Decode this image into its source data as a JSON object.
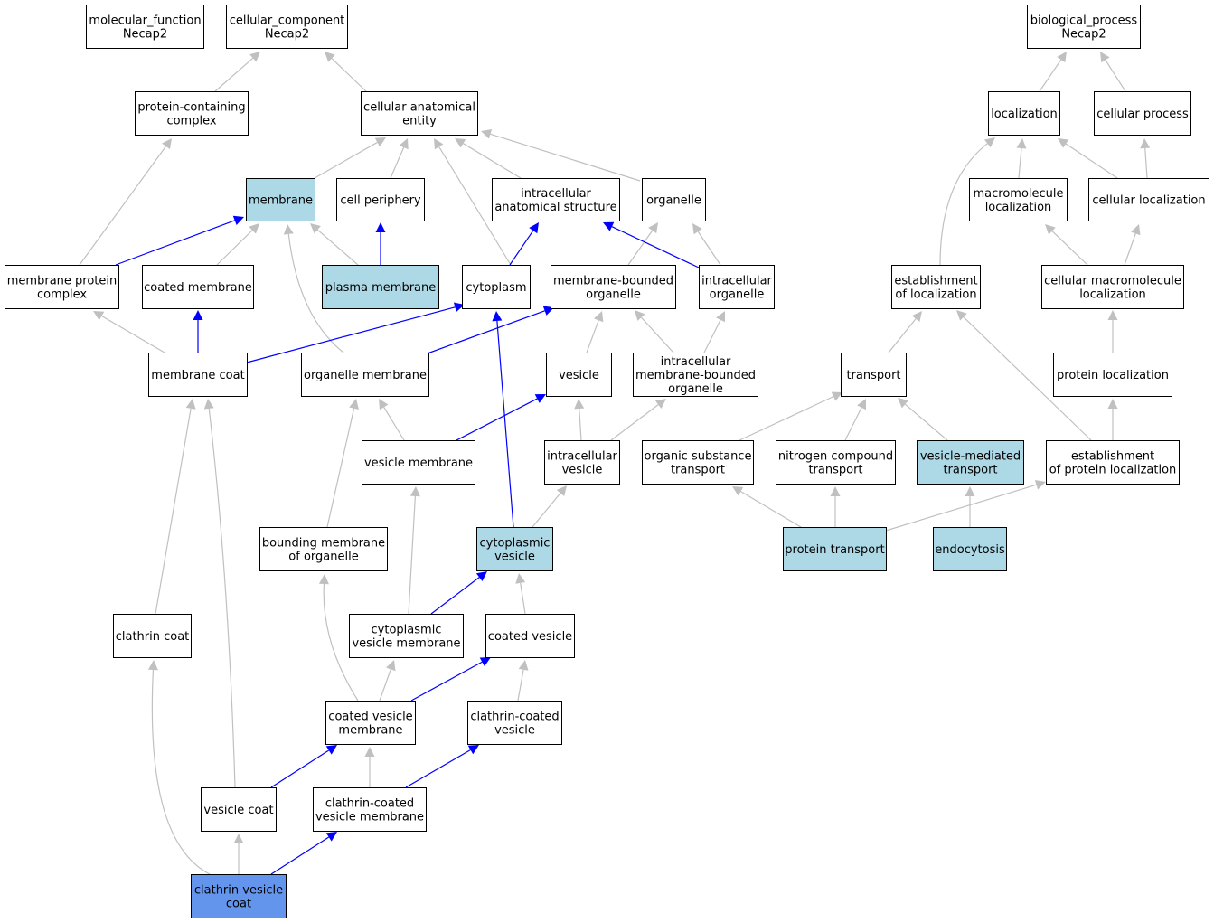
{
  "colors": {
    "default_fill": "#ffffff",
    "highlight_fill": "#add8e6",
    "root_term_fill": "#6495ed",
    "edge_gray": "#c0c0c0",
    "edge_blue": "#0000ff"
  },
  "nodes": {
    "mf": {
      "lines": [
        "molecular_function",
        "Necap2"
      ],
      "fill": "default"
    },
    "cc": {
      "lines": [
        "cellular_component",
        "Necap2"
      ],
      "fill": "default"
    },
    "bp": {
      "lines": [
        "biological_process",
        "Necap2"
      ],
      "fill": "default"
    },
    "protein_containing_complex": {
      "lines": [
        "protein-containing",
        "complex"
      ],
      "fill": "default"
    },
    "cellular_anatomical_entity": {
      "lines": [
        "cellular anatomical",
        "entity"
      ],
      "fill": "default"
    },
    "localization": {
      "lines": [
        "localization"
      ],
      "fill": "default"
    },
    "cellular_process": {
      "lines": [
        "cellular process"
      ],
      "fill": "default"
    },
    "membrane": {
      "lines": [
        "membrane"
      ],
      "fill": "highlight"
    },
    "cell_periphery": {
      "lines": [
        "cell periphery"
      ],
      "fill": "default"
    },
    "intracellular_anatomical_structure": {
      "lines": [
        "intracellular",
        "anatomical structure"
      ],
      "fill": "default"
    },
    "organelle": {
      "lines": [
        "organelle"
      ],
      "fill": "default"
    },
    "macromolecule_localization": {
      "lines": [
        "macromolecule",
        "localization"
      ],
      "fill": "default"
    },
    "cellular_localization": {
      "lines": [
        "cellular localization"
      ],
      "fill": "default"
    },
    "membrane_protein_complex": {
      "lines": [
        "membrane protein",
        "complex"
      ],
      "fill": "default"
    },
    "coated_membrane": {
      "lines": [
        "coated membrane"
      ],
      "fill": "default"
    },
    "plasma_membrane": {
      "lines": [
        "plasma membrane"
      ],
      "fill": "highlight"
    },
    "cytoplasm": {
      "lines": [
        "cytoplasm"
      ],
      "fill": "default"
    },
    "membrane_bounded_organelle": {
      "lines": [
        "membrane-bounded",
        "organelle"
      ],
      "fill": "default"
    },
    "intracellular_organelle": {
      "lines": [
        "intracellular",
        "organelle"
      ],
      "fill": "default"
    },
    "establishment_of_localization": {
      "lines": [
        "establishment",
        "of localization"
      ],
      "fill": "default"
    },
    "cellular_macromolecule_localization": {
      "lines": [
        "cellular macromolecule",
        "localization"
      ],
      "fill": "default"
    },
    "membrane_coat": {
      "lines": [
        "membrane coat"
      ],
      "fill": "default"
    },
    "organelle_membrane": {
      "lines": [
        "organelle membrane"
      ],
      "fill": "default"
    },
    "vesicle": {
      "lines": [
        "vesicle"
      ],
      "fill": "default"
    },
    "intracellular_membrane_bounded_organelle": {
      "lines": [
        "intracellular",
        "membrane-bounded",
        "organelle"
      ],
      "fill": "default"
    },
    "transport": {
      "lines": [
        "transport"
      ],
      "fill": "default"
    },
    "protein_localization": {
      "lines": [
        "protein localization"
      ],
      "fill": "default"
    },
    "vesicle_membrane": {
      "lines": [
        "vesicle membrane"
      ],
      "fill": "default"
    },
    "intracellular_vesicle": {
      "lines": [
        "intracellular",
        "vesicle"
      ],
      "fill": "default"
    },
    "organic_substance_transport": {
      "lines": [
        "organic substance",
        "transport"
      ],
      "fill": "default"
    },
    "nitrogen_compound_transport": {
      "lines": [
        "nitrogen compound",
        "transport"
      ],
      "fill": "default"
    },
    "vesicle_mediated_transport": {
      "lines": [
        "vesicle-mediated",
        "transport"
      ],
      "fill": "highlight"
    },
    "establishment_of_protein_localization": {
      "lines": [
        "establishment",
        "of protein localization"
      ],
      "fill": "default"
    },
    "bounding_membrane_of_organelle": {
      "lines": [
        "bounding membrane",
        "of organelle"
      ],
      "fill": "default"
    },
    "cytoplasmic_vesicle": {
      "lines": [
        "cytoplasmic",
        "vesicle"
      ],
      "fill": "highlight"
    },
    "protein_transport": {
      "lines": [
        "protein transport"
      ],
      "fill": "highlight"
    },
    "endocytosis": {
      "lines": [
        "endocytosis"
      ],
      "fill": "highlight"
    },
    "clathrin_coat": {
      "lines": [
        "clathrin coat"
      ],
      "fill": "default"
    },
    "cytoplasmic_vesicle_membrane": {
      "lines": [
        "cytoplasmic",
        "vesicle membrane"
      ],
      "fill": "default"
    },
    "coated_vesicle": {
      "lines": [
        "coated vesicle"
      ],
      "fill": "default"
    },
    "coated_vesicle_membrane": {
      "lines": [
        "coated vesicle",
        "membrane"
      ],
      "fill": "default"
    },
    "clathrin_coated_vesicle": {
      "lines": [
        "clathrin-coated",
        "vesicle"
      ],
      "fill": "default"
    },
    "vesicle_coat": {
      "lines": [
        "vesicle coat"
      ],
      "fill": "default"
    },
    "clathrin_coated_vesicle_membrane": {
      "lines": [
        "clathrin-coated",
        "vesicle membrane"
      ],
      "fill": "default"
    },
    "clathrin_vesicle_coat": {
      "lines": [
        "clathrin vesicle",
        "coat"
      ],
      "fill": "root"
    }
  },
  "edges": [
    {
      "from": "protein_containing_complex",
      "to": "cc",
      "type": "is_a"
    },
    {
      "from": "cellular_anatomical_entity",
      "to": "cc",
      "type": "is_a"
    },
    {
      "from": "localization",
      "to": "bp",
      "type": "is_a"
    },
    {
      "from": "cellular_process",
      "to": "bp",
      "type": "is_a"
    },
    {
      "from": "membrane",
      "to": "cellular_anatomical_entity",
      "type": "is_a"
    },
    {
      "from": "cell_periphery",
      "to": "cellular_anatomical_entity",
      "type": "is_a"
    },
    {
      "from": "cytoplasm",
      "to": "cellular_anatomical_entity",
      "type": "is_a"
    },
    {
      "from": "intracellular_anatomical_structure",
      "to": "cellular_anatomical_entity",
      "type": "is_a"
    },
    {
      "from": "organelle",
      "to": "cellular_anatomical_entity",
      "type": "is_a"
    },
    {
      "from": "establishment_of_localization",
      "to": "localization",
      "type": "is_a"
    },
    {
      "from": "macromolecule_localization",
      "to": "localization",
      "type": "is_a"
    },
    {
      "from": "cellular_localization",
      "to": "localization",
      "type": "is_a"
    },
    {
      "from": "cellular_localization",
      "to": "cellular_process",
      "type": "is_a"
    },
    {
      "from": "membrane_protein_complex",
      "to": "protein_containing_complex",
      "type": "is_a"
    },
    {
      "from": "membrane_protein_complex",
      "to": "membrane",
      "type": "part_of"
    },
    {
      "from": "coated_membrane",
      "to": "membrane",
      "type": "is_a"
    },
    {
      "from": "plasma_membrane",
      "to": "membrane",
      "type": "is_a"
    },
    {
      "from": "plasma_membrane",
      "to": "cell_periphery",
      "type": "part_of"
    },
    {
      "from": "organelle_membrane",
      "to": "membrane",
      "type": "is_a"
    },
    {
      "from": "cytoplasm",
      "to": "intracellular_anatomical_structure",
      "type": "part_of"
    },
    {
      "from": "membrane_bounded_organelle",
      "to": "organelle",
      "type": "is_a"
    },
    {
      "from": "intracellular_organelle",
      "to": "organelle",
      "type": "is_a"
    },
    {
      "from": "intracellular_organelle",
      "to": "intracellular_anatomical_structure",
      "type": "part_of"
    },
    {
      "from": "cellular_macromolecule_localization",
      "to": "macromolecule_localization",
      "type": "is_a"
    },
    {
      "from": "cellular_macromolecule_localization",
      "to": "cellular_localization",
      "type": "is_a"
    },
    {
      "from": "membrane_coat",
      "to": "membrane_protein_complex",
      "type": "is_a"
    },
    {
      "from": "membrane_coat",
      "to": "coated_membrane",
      "type": "part_of"
    },
    {
      "from": "membrane_coat",
      "to": "cytoplasm",
      "type": "part_of"
    },
    {
      "from": "organelle_membrane",
      "to": "membrane_bounded_organelle",
      "type": "part_of"
    },
    {
      "from": "vesicle",
      "to": "membrane_bounded_organelle",
      "type": "is_a"
    },
    {
      "from": "intracellular_membrane_bounded_organelle",
      "to": "membrane_bounded_organelle",
      "type": "is_a"
    },
    {
      "from": "intracellular_membrane_bounded_organelle",
      "to": "intracellular_organelle",
      "type": "is_a"
    },
    {
      "from": "transport",
      "to": "establishment_of_localization",
      "type": "is_a"
    },
    {
      "from": "protein_localization",
      "to": "cellular_macromolecule_localization",
      "type": "is_a"
    },
    {
      "from": "vesicle_membrane",
      "to": "organelle_membrane",
      "type": "is_a"
    },
    {
      "from": "vesicle_membrane",
      "to": "vesicle",
      "type": "part_of"
    },
    {
      "from": "intracellular_vesicle",
      "to": "vesicle",
      "type": "is_a"
    },
    {
      "from": "intracellular_vesicle",
      "to": "intracellular_membrane_bounded_organelle",
      "type": "is_a"
    },
    {
      "from": "organic_substance_transport",
      "to": "transport",
      "type": "is_a"
    },
    {
      "from": "nitrogen_compound_transport",
      "to": "transport",
      "type": "is_a"
    },
    {
      "from": "vesicle_mediated_transport",
      "to": "transport",
      "type": "is_a"
    },
    {
      "from": "establishment_of_protein_localization",
      "to": "establishment_of_localization",
      "type": "is_a"
    },
    {
      "from": "establishment_of_protein_localization",
      "to": "protein_localization",
      "type": "is_a"
    },
    {
      "from": "bounding_membrane_of_organelle",
      "to": "organelle_membrane",
      "type": "is_a"
    },
    {
      "from": "cytoplasmic_vesicle",
      "to": "intracellular_vesicle",
      "type": "is_a"
    },
    {
      "from": "cytoplasmic_vesicle",
      "to": "cytoplasm",
      "type": "part_of"
    },
    {
      "from": "protein_transport",
      "to": "organic_substance_transport",
      "type": "is_a"
    },
    {
      "from": "protein_transport",
      "to": "nitrogen_compound_transport",
      "type": "is_a"
    },
    {
      "from": "protein_transport",
      "to": "establishment_of_protein_localization",
      "type": "is_a"
    },
    {
      "from": "endocytosis",
      "to": "vesicle_mediated_transport",
      "type": "is_a"
    },
    {
      "from": "clathrin_coat",
      "to": "membrane_coat",
      "type": "is_a"
    },
    {
      "from": "cytoplasmic_vesicle_membrane",
      "to": "vesicle_membrane",
      "type": "is_a"
    },
    {
      "from": "cytoplasmic_vesicle_membrane",
      "to": "cytoplasmic_vesicle",
      "type": "part_of"
    },
    {
      "from": "coated_vesicle",
      "to": "cytoplasmic_vesicle",
      "type": "is_a"
    },
    {
      "from": "coated_vesicle_membrane",
      "to": "bounding_membrane_of_organelle",
      "type": "is_a"
    },
    {
      "from": "coated_vesicle_membrane",
      "to": "cytoplasmic_vesicle_membrane",
      "type": "is_a"
    },
    {
      "from": "coated_vesicle_membrane",
      "to": "coated_vesicle",
      "type": "part_of"
    },
    {
      "from": "clathrin_coated_vesicle",
      "to": "coated_vesicle",
      "type": "is_a"
    },
    {
      "from": "vesicle_coat",
      "to": "membrane_coat",
      "type": "is_a"
    },
    {
      "from": "vesicle_coat",
      "to": "coated_vesicle_membrane",
      "type": "part_of"
    },
    {
      "from": "clathrin_coated_vesicle_membrane",
      "to": "coated_vesicle_membrane",
      "type": "is_a"
    },
    {
      "from": "clathrin_coated_vesicle_membrane",
      "to": "clathrin_coated_vesicle",
      "type": "part_of"
    },
    {
      "from": "clathrin_vesicle_coat",
      "to": "clathrin_coat",
      "type": "is_a"
    },
    {
      "from": "clathrin_vesicle_coat",
      "to": "vesicle_coat",
      "type": "is_a"
    },
    {
      "from": "clathrin_vesicle_coat",
      "to": "clathrin_coated_vesicle_membrane",
      "type": "part_of"
    }
  ]
}
